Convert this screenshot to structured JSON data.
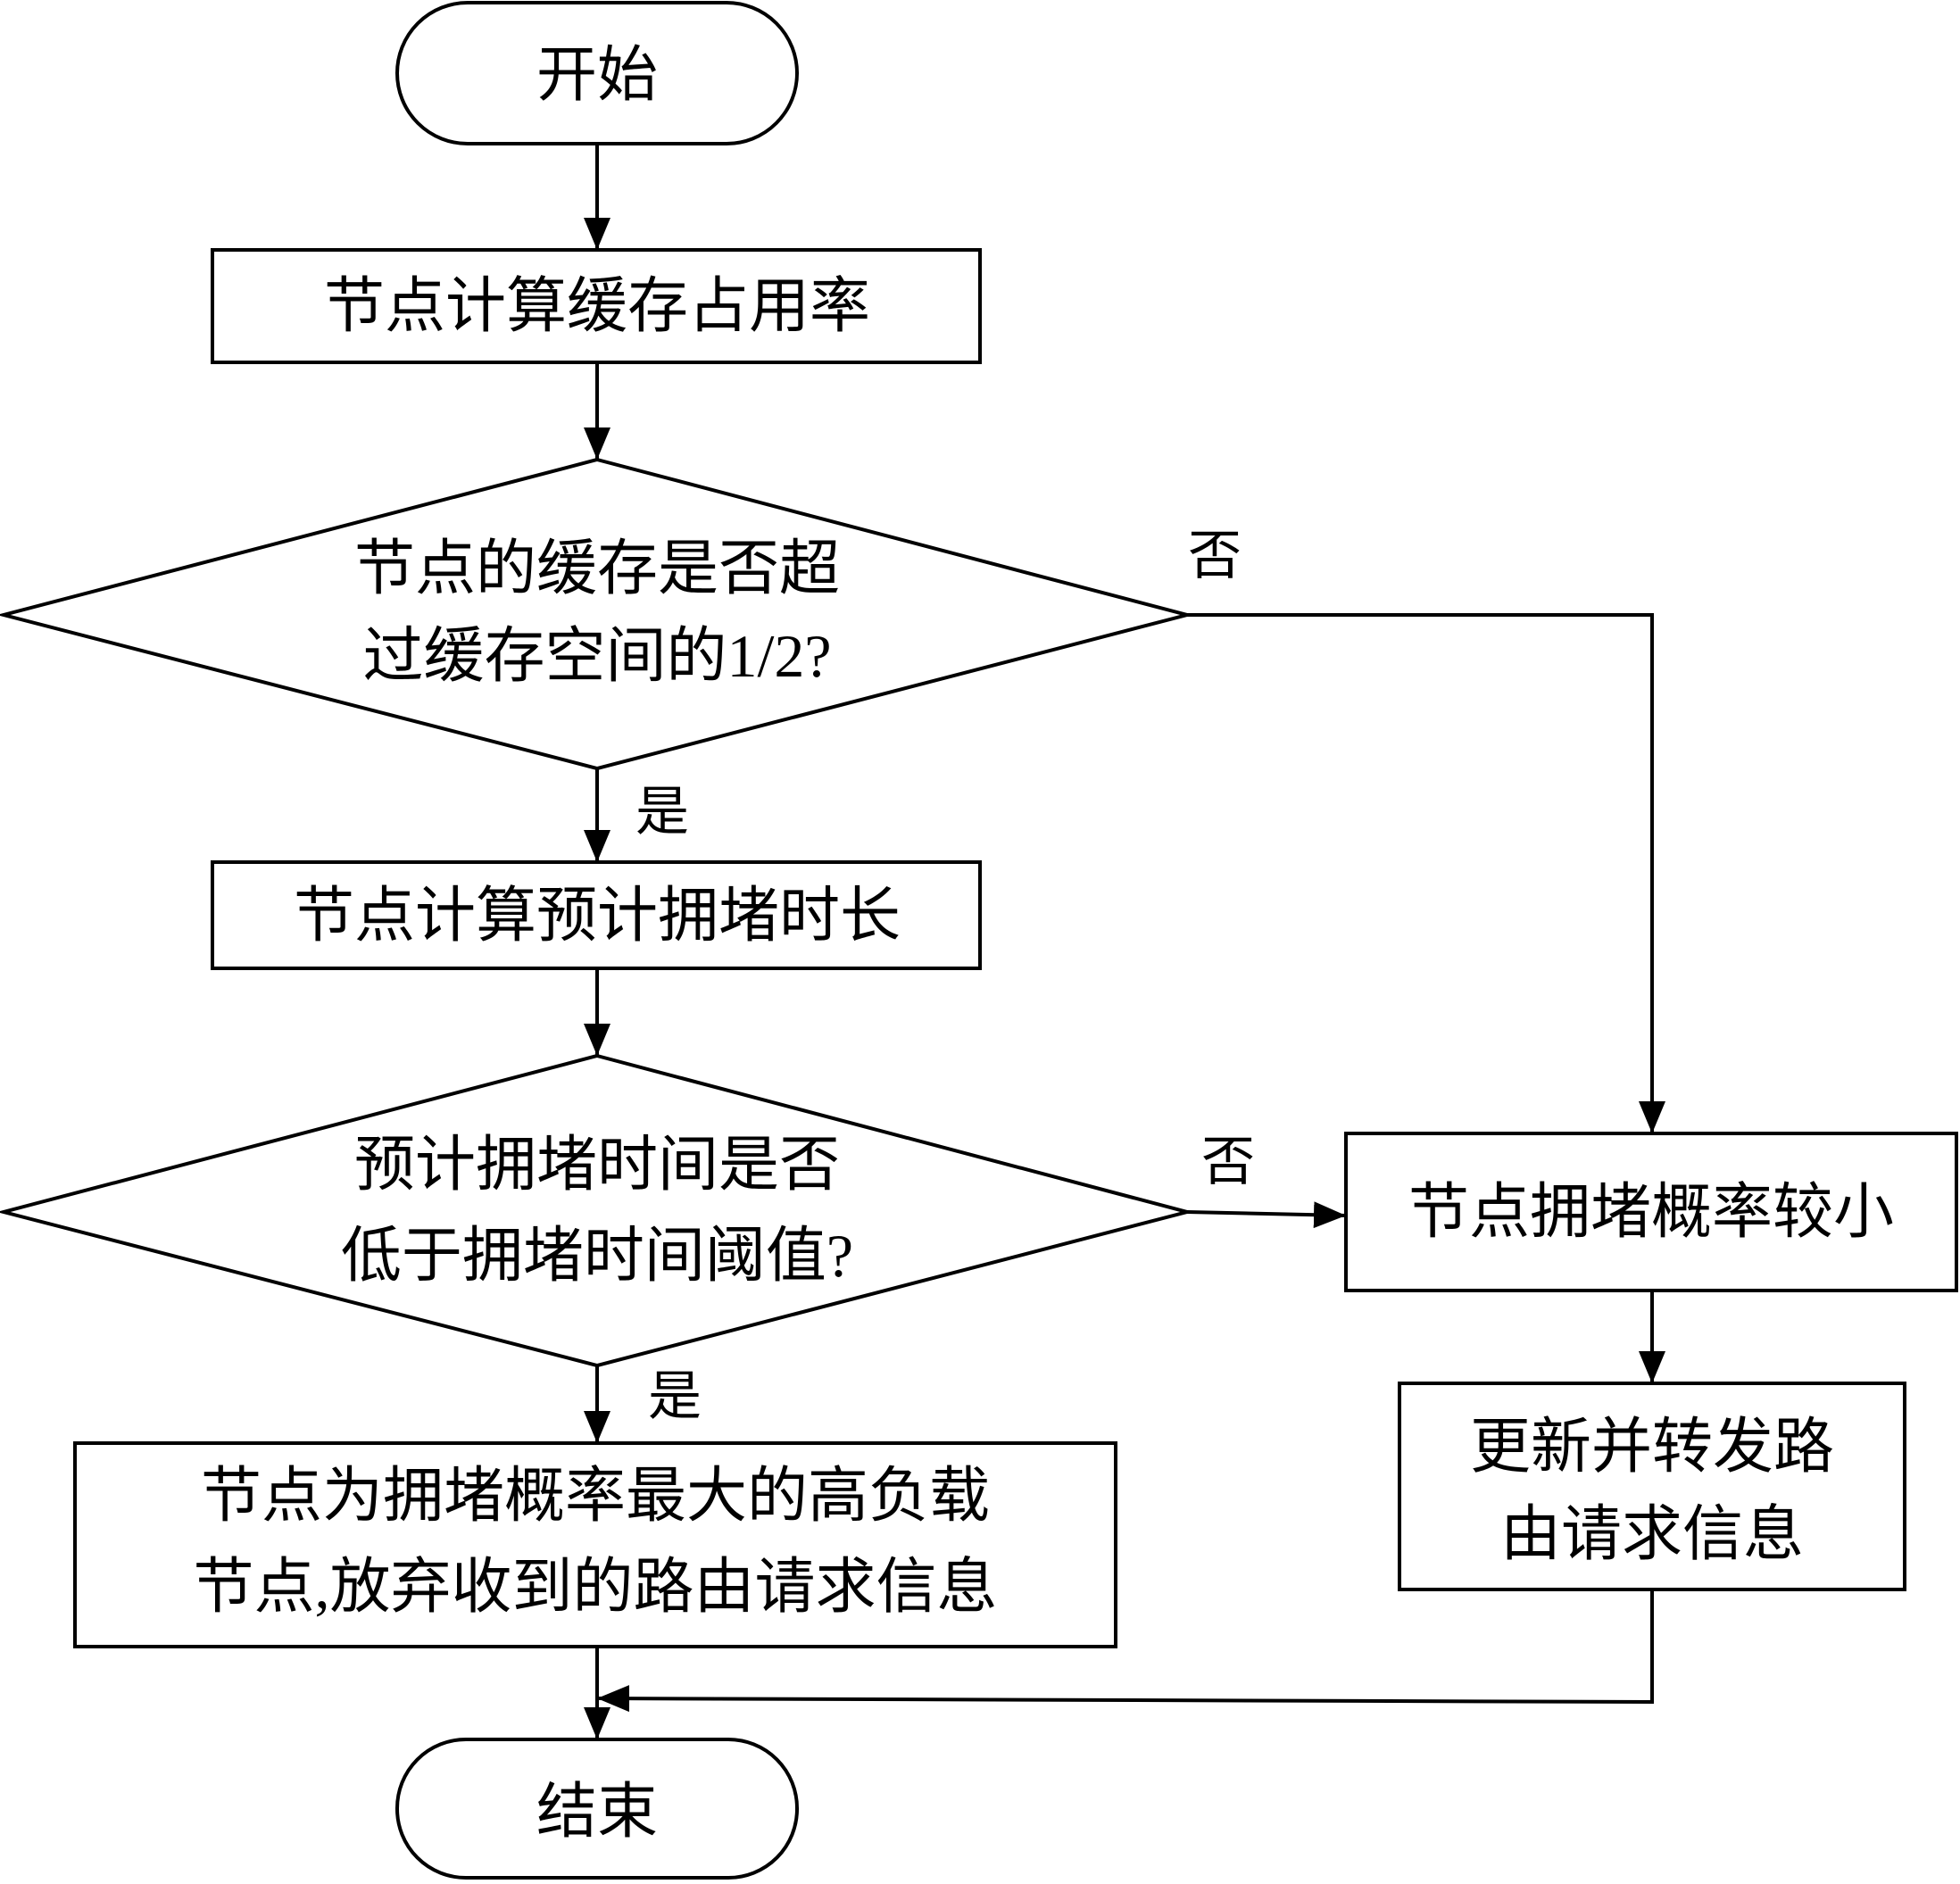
{
  "nodes": {
    "start": "开始",
    "calc_occupancy": "节点计算缓存占用率",
    "decision_buffer": [
      "节点的缓存是否超",
      "过缓存空间的1/2?"
    ],
    "calc_congestion": "节点计算预计拥堵时长",
    "decision_time": [
      "预计拥堵时间是否",
      "低于拥堵时间阈值?"
    ],
    "low_probability": "节点拥堵概率较小",
    "update_forward": [
      "更新并转发路",
      "由请求信息"
    ],
    "high_load": [
      "节点为拥堵概率最大的高负载",
      "节点,放弃收到的路由请求信息"
    ],
    "end": "结束"
  },
  "edges": {
    "yes": "是",
    "no": "否"
  }
}
